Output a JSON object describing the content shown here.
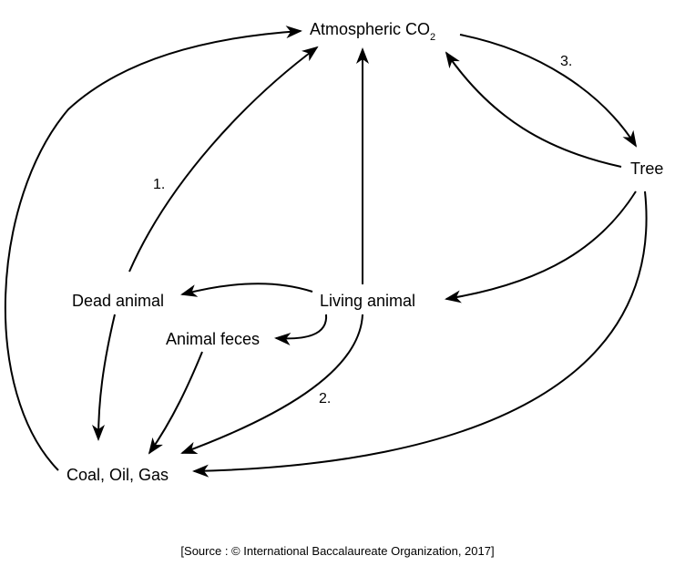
{
  "nodes": {
    "atmospheric_co2": {
      "label": "Atmospheric CO",
      "subscript": "2"
    },
    "tree": {
      "label": "Tree"
    },
    "dead_animal": {
      "label": "Dead animal"
    },
    "living_animal": {
      "label": "Living animal"
    },
    "animal_feces": {
      "label": "Animal feces"
    },
    "fossil_fuels": {
      "label": "Coal, Oil, Gas"
    }
  },
  "edge_labels": {
    "one": "1.",
    "two": "2.",
    "three": "3."
  },
  "edges": [
    {
      "from": "Dead animal",
      "to": "Atmospheric CO2",
      "label": "1."
    },
    {
      "from": "Coal, Oil, Gas",
      "to": "Atmospheric CO2",
      "label": ""
    },
    {
      "from": "Living animal",
      "to": "Atmospheric CO2",
      "label": ""
    },
    {
      "from": "Atmospheric CO2",
      "to": "Tree",
      "label": "3."
    },
    {
      "from": "Tree",
      "to": "Atmospheric CO2",
      "label": ""
    },
    {
      "from": "Tree",
      "to": "Living animal",
      "label": ""
    },
    {
      "from": "Tree",
      "to": "Coal, Oil, Gas",
      "label": ""
    },
    {
      "from": "Living animal",
      "to": "Dead animal",
      "label": ""
    },
    {
      "from": "Living animal",
      "to": "Animal feces",
      "label": ""
    },
    {
      "from": "Living animal",
      "to": "Coal, Oil, Gas",
      "label": "2."
    },
    {
      "from": "Dead animal",
      "to": "Coal, Oil, Gas",
      "label": ""
    },
    {
      "from": "Animal feces",
      "to": "Coal, Oil, Gas",
      "label": ""
    }
  ],
  "source": "[Source : © International Baccalaureate Organization, 2017]",
  "colors": {
    "ink": "#000000",
    "background": "#ffffff"
  }
}
